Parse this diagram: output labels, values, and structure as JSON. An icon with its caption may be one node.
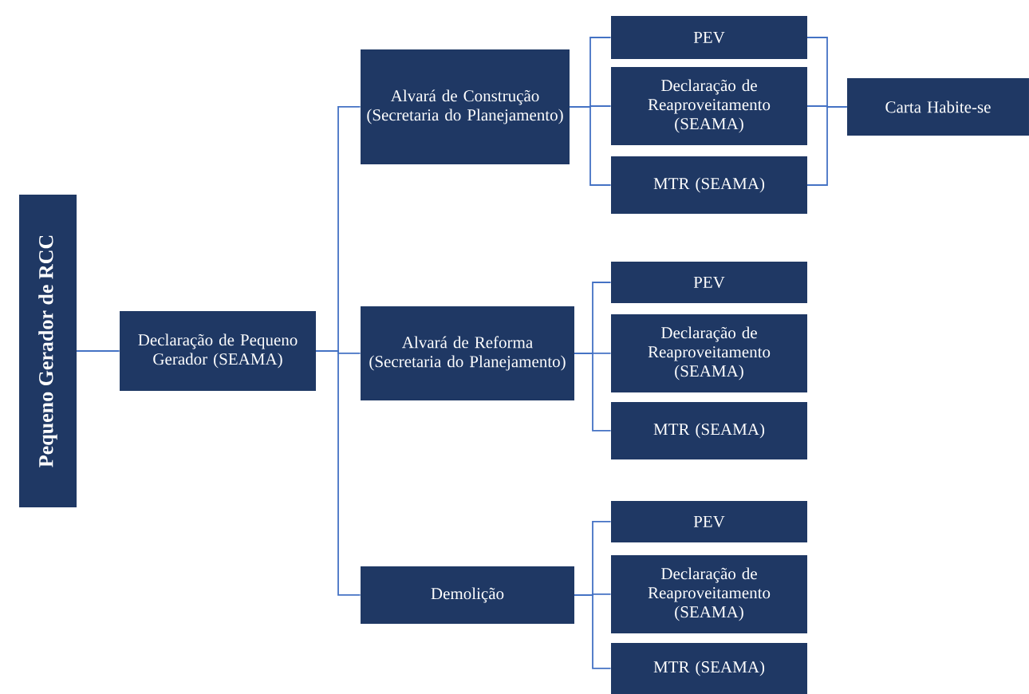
{
  "diagram": {
    "nodes": [
      {
        "text": [
          "Pequeno Gerador de RCC"
        ]
      },
      {
        "text": [
          "Declaração de Pequeno Gerador (SEAMA)"
        ]
      },
      {
        "text": [
          "Alvará de Construção (Secretaria do Planejamento)"
        ]
      },
      {
        "text": [
          "PEV"
        ]
      },
      {
        "text": [
          "Declaração de Reaproveitamento (SEAMA)"
        ]
      },
      {
        "text": [
          "MTR (SEAMA)"
        ]
      },
      {
        "text": [
          "Carta Habite-se"
        ]
      },
      {
        "text": [
          "Alvará de Reforma (Secretaria do Planejamento)"
        ]
      },
      {
        "text": [
          "PEV"
        ]
      },
      {
        "text": [
          "Declaração de Reaproveitamento (SEAMA)"
        ]
      },
      {
        "text": [
          "MTR (SEAMA)"
        ]
      },
      {
        "text": [
          "Demolição"
        ]
      },
      {
        "text": [
          "PEV"
        ]
      },
      {
        "text": [
          "Declaração de Reaproveitamento (SEAMA)"
        ]
      },
      {
        "text": [
          "MTR (SEAMA)"
        ]
      }
    ],
    "edges": [
      {
        "from": 0,
        "to": 1,
        "arrow": "none"
      },
      {
        "from": 1,
        "to": 2,
        "arrow": "none"
      },
      {
        "from": 1,
        "to": 7,
        "arrow": "none"
      },
      {
        "from": 1,
        "to": 11,
        "arrow": "none"
      },
      {
        "from": 2,
        "to": 3,
        "arrow": "none"
      },
      {
        "from": 2,
        "to": 4,
        "arrow": "none"
      },
      {
        "from": 2,
        "to": 5,
        "arrow": "none"
      },
      {
        "from": 3,
        "to": 6,
        "arrow": "none"
      },
      {
        "from": 4,
        "to": 6,
        "arrow": "none"
      },
      {
        "from": 5,
        "to": 6,
        "arrow": "none"
      },
      {
        "from": 7,
        "to": 8,
        "arrow": "none"
      },
      {
        "from": 7,
        "to": 9,
        "arrow": "none"
      },
      {
        "from": 7,
        "to": 10,
        "arrow": "none"
      },
      {
        "from": 11,
        "to": 12,
        "arrow": "none"
      },
      {
        "from": 11,
        "to": 13,
        "arrow": "none"
      },
      {
        "from": 11,
        "to": 14,
        "arrow": "none"
      }
    ]
  }
}
